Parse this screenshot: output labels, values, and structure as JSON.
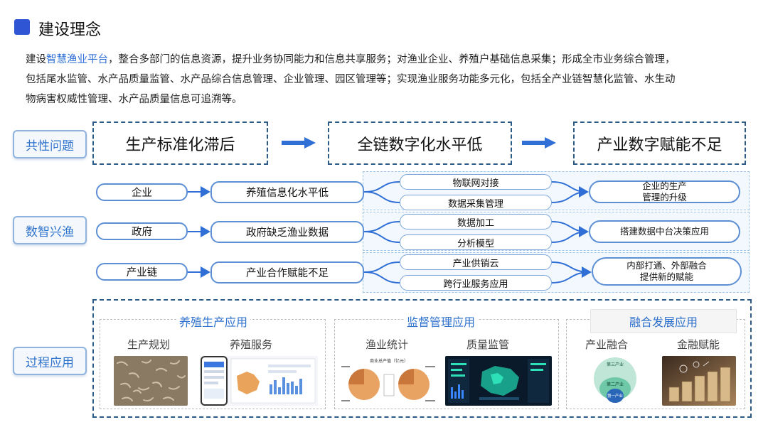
{
  "header": {
    "title": "建设理念"
  },
  "intro": {
    "prefix": "建设",
    "highlight": "智慧渔业平台",
    "line1_rest": "，整合多部门的信息资源，提升业务协同能力和信息共享服务；对渔业企业、养殖户基础信息采集；形成全市业务综合管理，",
    "line2": "包括尾水监管、水产品质量监管、水产品综合信息管理、企业管理、园区管理等；实现渔业服务功能多元化，包括全产业链智慧化监管、水生动",
    "line3": "物病害权威性管理、水产品质量信息可追溯等。"
  },
  "side_labels": [
    "共性问题",
    "数智兴渔",
    "过程应用"
  ],
  "issues": [
    "生产标准化滞后",
    "全链数字化水平低",
    "产业数字赋能不足"
  ],
  "rows": [
    {
      "actor": "企业",
      "problem": "养殖信息化水平低",
      "items": [
        "物联网对接",
        "数据采集管理"
      ],
      "result_line1": "企业的生产",
      "result_line2": "管理的升级"
    },
    {
      "actor": "政府",
      "problem": "政府缺乏渔业数据",
      "items": [
        "数据加工",
        "分析模型"
      ],
      "result_line1": "搭建数据中台决策应用",
      "result_line2": ""
    },
    {
      "actor": "产业链",
      "problem": "产业合作赋能不足",
      "items": [
        "产业供销云",
        "跨行业服务应用"
      ],
      "result_line1": "内部打通、外部融合",
      "result_line2": "提供新的赋能"
    }
  ],
  "applications": [
    {
      "title": "养殖生产应用",
      "subs": [
        "生产规划",
        "养殖服务"
      ]
    },
    {
      "title": "监督管理应用",
      "subs": [
        "渔业统计",
        "质量监管"
      ]
    },
    {
      "title": "融合发展应用",
      "subs": [
        "产业融合",
        "金融赋能"
      ]
    }
  ],
  "thumbs": {
    "pie_title": "商业总产值（亿元）",
    "venn_top": "第三产业",
    "venn_mid": "第二产业",
    "venn_bottom": "第一产业"
  },
  "colors": {
    "accent": "#2f6fd6",
    "dash": "#2a5a85",
    "label": "#2f72cc"
  }
}
